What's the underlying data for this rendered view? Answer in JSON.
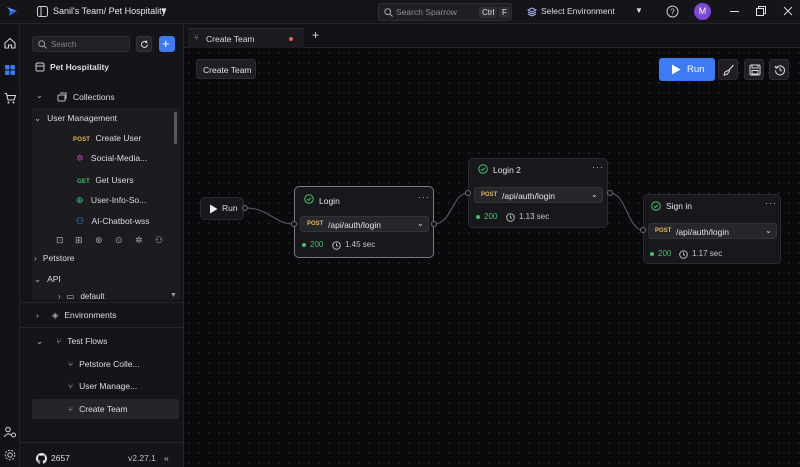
{
  "titlebar": {
    "workspace": "Sanil's Team/ Pet Hospitality",
    "search_placeholder": "Search Sparrow",
    "shortcut_keys": [
      "Ctrl",
      "F"
    ],
    "environment": "Select Environment",
    "avatar_letter": "M"
  },
  "sidebar": {
    "search_placeholder": "Search",
    "workspace_name": "Pet Hospitality",
    "collections_label": "Collections",
    "folder_name": "User Management",
    "requests": [
      {
        "method": "POST",
        "name": "Create User"
      },
      {
        "method": "",
        "name": "Social-Media..."
      },
      {
        "method": "GET",
        "name": "Get Users"
      },
      {
        "method": "",
        "name": "User-Info-So..."
      },
      {
        "method": "",
        "name": "AI-Chatbot-wss"
      }
    ],
    "collections": [
      "Petstore",
      "API"
    ],
    "api_subfolder": "default",
    "environments_label": "Environments",
    "test_flows_label": "Test Flows",
    "flows": [
      "Petstore Colle...",
      "User Manage...",
      "Create Team"
    ],
    "github_stars": "2657",
    "version": "v2.27.1"
  },
  "tabs": [
    {
      "label": "Create Team"
    }
  ],
  "canvas": {
    "flow_name": "Create Team",
    "run_label": "Run",
    "start_label": "Run",
    "nodes": [
      {
        "title": "Login",
        "method": "POST",
        "path": "/api/auth/login",
        "status": "200",
        "time": "1.45 sec"
      },
      {
        "title": "Login 2",
        "method": "POST",
        "path": "/api/auth/login",
        "status": "200",
        "time": "1.13 sec"
      },
      {
        "title": "Sign in",
        "method": "POST",
        "path": "/api/auth/login",
        "status": "200",
        "time": "1.17 sec"
      }
    ]
  },
  "colors": {
    "accent": "#3d7bf5",
    "success": "#3ec46d",
    "post": "#e2b85c",
    "get": "#3ec46d",
    "unsaved_dot": "#e0683a"
  }
}
